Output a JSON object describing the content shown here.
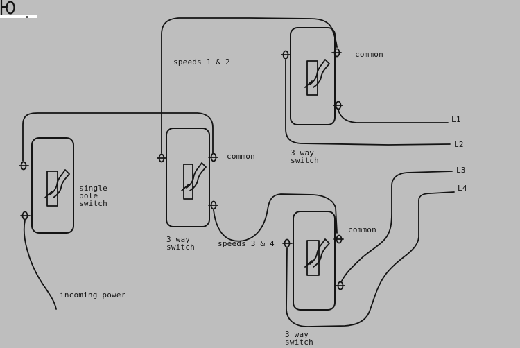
{
  "colors": {
    "background": "#bebebe",
    "ink": "#141414",
    "corner_bar": "#ffffff"
  },
  "switches": [
    {
      "id": "single-pole-switch",
      "label": "single\npole\nswitch"
    },
    {
      "id": "three-way-switch-middle",
      "label": "3 way\nswitch"
    },
    {
      "id": "three-way-switch-top",
      "label": "3 way\nswitch"
    },
    {
      "id": "three-way-switch-bottom",
      "label": "3 way\nswitch"
    }
  ],
  "wire_labels": {
    "speeds_1_2": "speeds 1 & 2",
    "speeds_3_4": "speeds 3 & 4",
    "incoming_power": "incoming power",
    "common_top": "common",
    "common_middle": "common",
    "common_bottom": "common",
    "l1": "L1",
    "l2": "L2",
    "l3": "L3",
    "l4": "L4"
  }
}
